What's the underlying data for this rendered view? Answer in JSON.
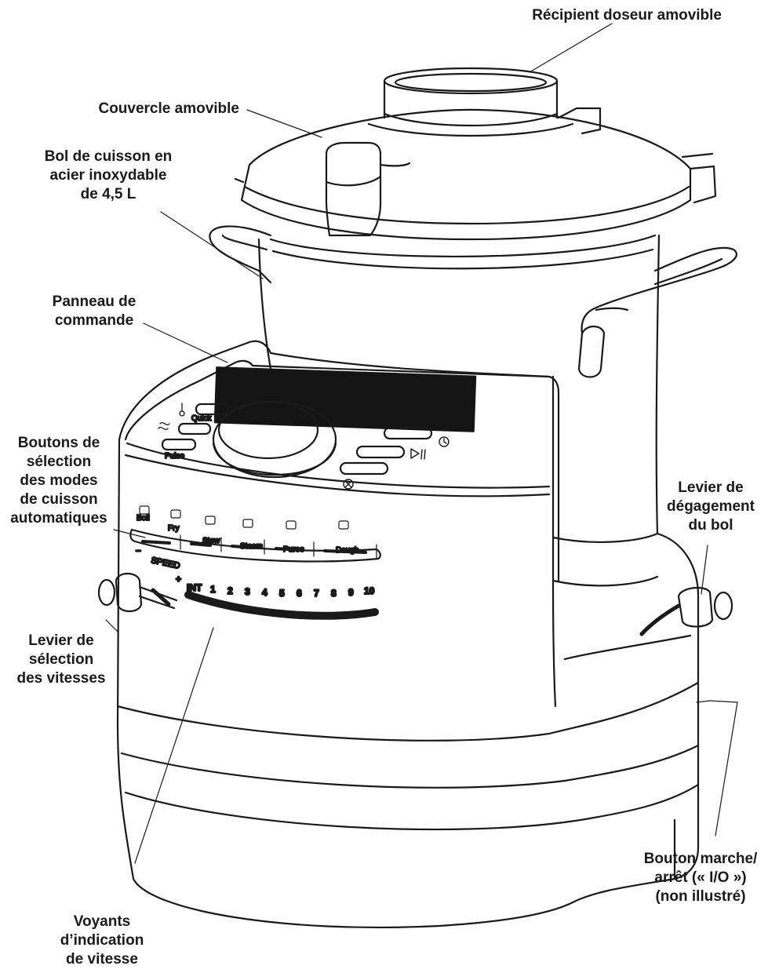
{
  "callouts": {
    "measuring_cup": [
      "Récipient doseur amovible"
    ],
    "lid": [
      "Couvercle amovible"
    ],
    "bowl": [
      "Bol de cuisson en",
      "acier inoxydable",
      "de 4,5 L"
    ],
    "control_panel": [
      "Panneau de",
      "commande"
    ],
    "mode_buttons": [
      "Boutons de",
      "sélection",
      "des modes",
      "de cuisson",
      "automatiques"
    ],
    "bowl_release": [
      "Levier de",
      "dégagement",
      "du bol"
    ],
    "speed_lever": [
      "Levier de",
      "sélection",
      "des vitesses"
    ],
    "power_button": [
      "Bouton marche/",
      "arrêt (« I/O »)",
      "(non illustré)"
    ],
    "speed_lights": [
      "Voyants",
      "d’indication",
      "de vitesse"
    ]
  },
  "panel": {
    "quick_label": "Quick",
    "pulse_label": "Pulse",
    "modes": [
      "Boil",
      "Fry",
      "Stew",
      "Steam",
      "Puree",
      "Dough"
    ],
    "speed_label": "SPEED",
    "minus": "–",
    "plus": "+",
    "speeds": [
      "INT",
      "1",
      "2",
      "3",
      "4",
      "5",
      "6",
      "7",
      "8",
      "9",
      "10"
    ]
  },
  "colors": {
    "ink": "#1a1a1a",
    "display": "#141414",
    "paper": "#ffffff"
  }
}
